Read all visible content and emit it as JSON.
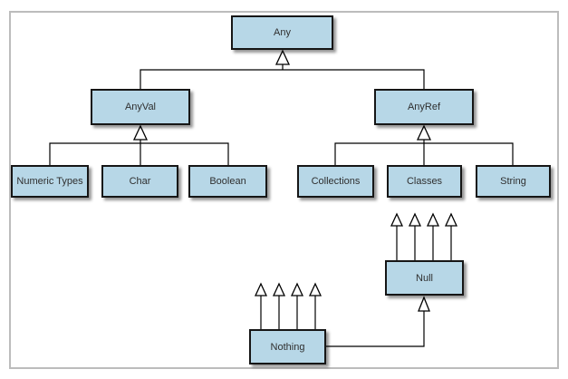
{
  "nodes": {
    "any": {
      "label": "Any"
    },
    "anyval": {
      "label": "AnyVal"
    },
    "anyref": {
      "label": "AnyRef"
    },
    "numeric_types": {
      "label": "Numeric Types"
    },
    "char": {
      "label": "Char"
    },
    "boolean": {
      "label": "Boolean"
    },
    "collections": {
      "label": "Collections"
    },
    "classes": {
      "label": "Classes"
    },
    "string": {
      "label": "String"
    },
    "null": {
      "label": "Null"
    },
    "nothing": {
      "label": "Nothing"
    }
  },
  "edges": [
    {
      "from": "AnyVal",
      "to": "Any",
      "type": "generalization"
    },
    {
      "from": "AnyRef",
      "to": "Any",
      "type": "generalization"
    },
    {
      "from": "Numeric Types",
      "to": "AnyVal",
      "type": "generalization"
    },
    {
      "from": "Char",
      "to": "AnyVal",
      "type": "generalization"
    },
    {
      "from": "Boolean",
      "to": "AnyVal",
      "type": "generalization"
    },
    {
      "from": "Collections",
      "to": "AnyRef",
      "type": "generalization"
    },
    {
      "from": "Classes",
      "to": "AnyRef",
      "type": "generalization"
    },
    {
      "from": "String",
      "to": "AnyRef",
      "type": "generalization"
    },
    {
      "from": "Null",
      "to": "",
      "type": "four-upward-generalization-arrows"
    },
    {
      "from": "Nothing",
      "to": "",
      "type": "four-upward-generalization-arrows"
    },
    {
      "from": "Nothing",
      "to": "Null",
      "type": "generalization"
    }
  ],
  "colors": {
    "node_fill": "#b7d7e7",
    "node_border": "#161616",
    "line": "#000000",
    "triangle_fill": "#ffffff",
    "frame_border": "#bcbcbc",
    "background": "#ffffff"
  }
}
